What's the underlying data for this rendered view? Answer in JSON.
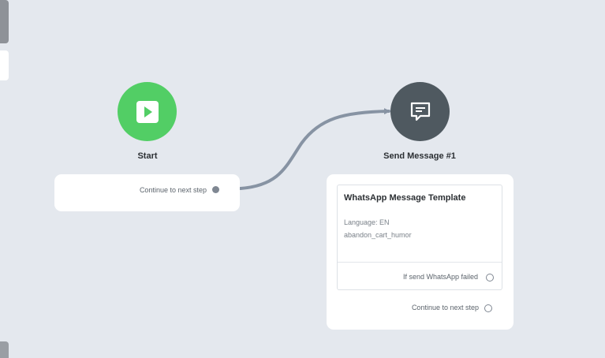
{
  "canvas": {
    "background": "#e4e8ee"
  },
  "nodes": {
    "start": {
      "title": "Start",
      "icon": "play-icon",
      "color": "#52ce65",
      "continue_label": "Continue to next step"
    },
    "send_message": {
      "title": "Send Message #1",
      "icon": "chat-message-icon",
      "color": "#4f5960",
      "template": {
        "title": "WhatsApp Message Template",
        "language": "Language: EN",
        "name": "abandon_cart_humor",
        "failed_label": "If send WhatsApp failed"
      },
      "continue_label": "Continue to next step"
    }
  },
  "connector": {
    "color": "#8793a3"
  }
}
